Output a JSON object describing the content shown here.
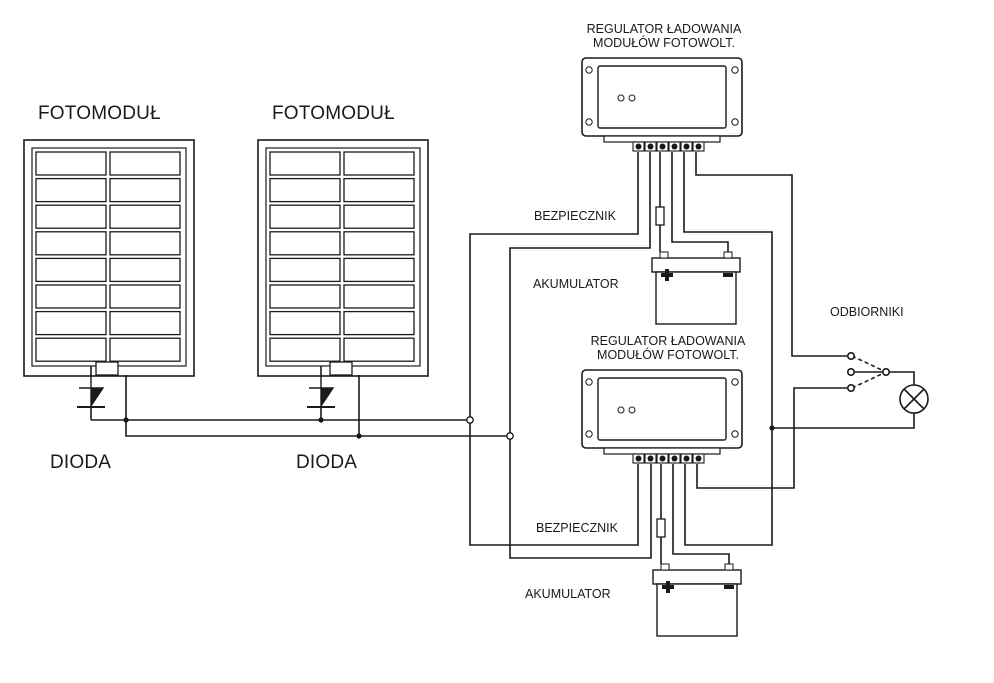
{
  "labels": {
    "module_left": "FOTOMODUŁ",
    "module_right": "FOTOMODUŁ",
    "diode_left": "DIODA",
    "diode_right": "DIODA",
    "regulator_top_line1": "REGULATOR ŁADOWANIA",
    "regulator_top_line2": "MODUŁÓW FOTOWOLT.",
    "regulator_bottom_line1": "REGULATOR ŁADOWANIA",
    "regulator_bottom_line2": "MODUŁÓW FOTOWOLT.",
    "fuse_top": "BEZPIECZNIK",
    "fuse_bottom": "BEZPIECZNIK",
    "battery_top": "AKUMULATOR",
    "battery_bottom": "AKUMULATOR",
    "loads": "ODBIORNIKI"
  },
  "colors": {
    "line": "#1a1a1a",
    "background": "#ffffff",
    "panel_fill": "#ffffff"
  }
}
